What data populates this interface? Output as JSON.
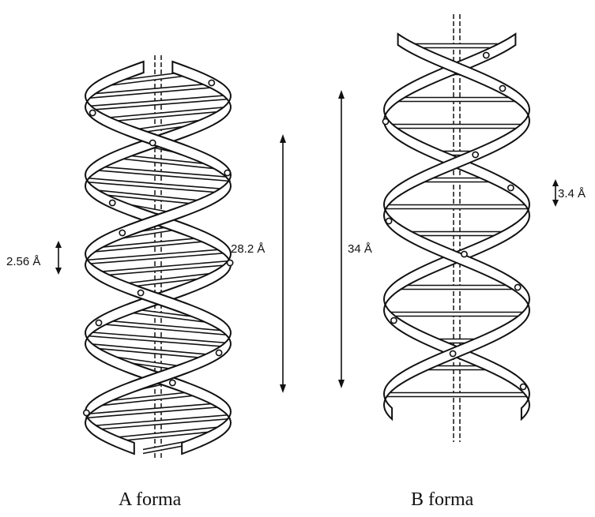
{
  "helix_a": {
    "caption": "A forma",
    "rise_label": "2.56 Å",
    "pitch_label": "28.2 Å"
  },
  "helix_b": {
    "caption": "B forma",
    "rise_label": "3.4 Å",
    "pitch_label": "34 Å"
  },
  "colors": {
    "ink": "#111111",
    "paper": "#ffffff"
  }
}
